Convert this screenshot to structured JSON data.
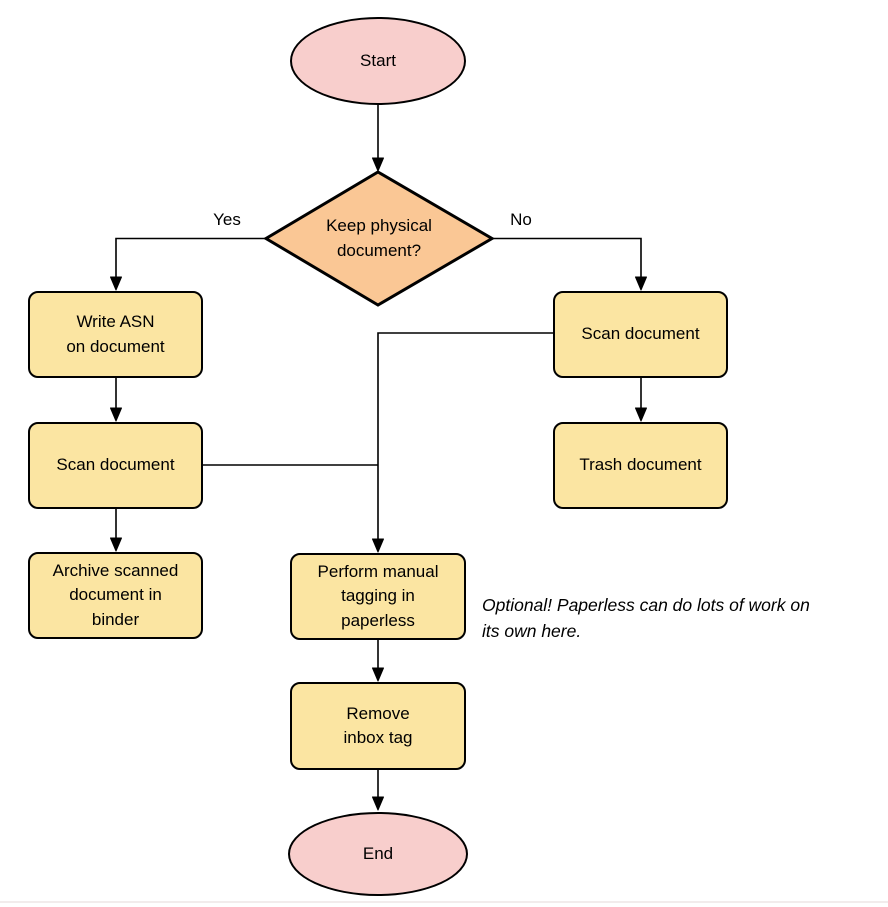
{
  "colors": {
    "terminator_fill": "#F8CECC",
    "decision_fill": "#FAC795",
    "process_fill": "#FBE5A2",
    "stroke": "#000000",
    "text": "#000000",
    "canvas_edge": "#F2ECEC"
  },
  "nodes": {
    "start": "Start",
    "decision": "Keep physical\ndocument?",
    "write_asn": "Write ASN\non document",
    "scan_left": "Scan document",
    "archive": "Archive scanned\ndocument in\nbinder",
    "scan_right": "Scan document",
    "trash": "Trash document",
    "tagging": "Perform manual\ntagging in\npaperless",
    "remove_inbox": "Remove\ninbox tag",
    "end": "End"
  },
  "edge_labels": {
    "yes": "Yes",
    "no": "No"
  },
  "note": "Optional! Paperless can do lots of work on\nits own here."
}
